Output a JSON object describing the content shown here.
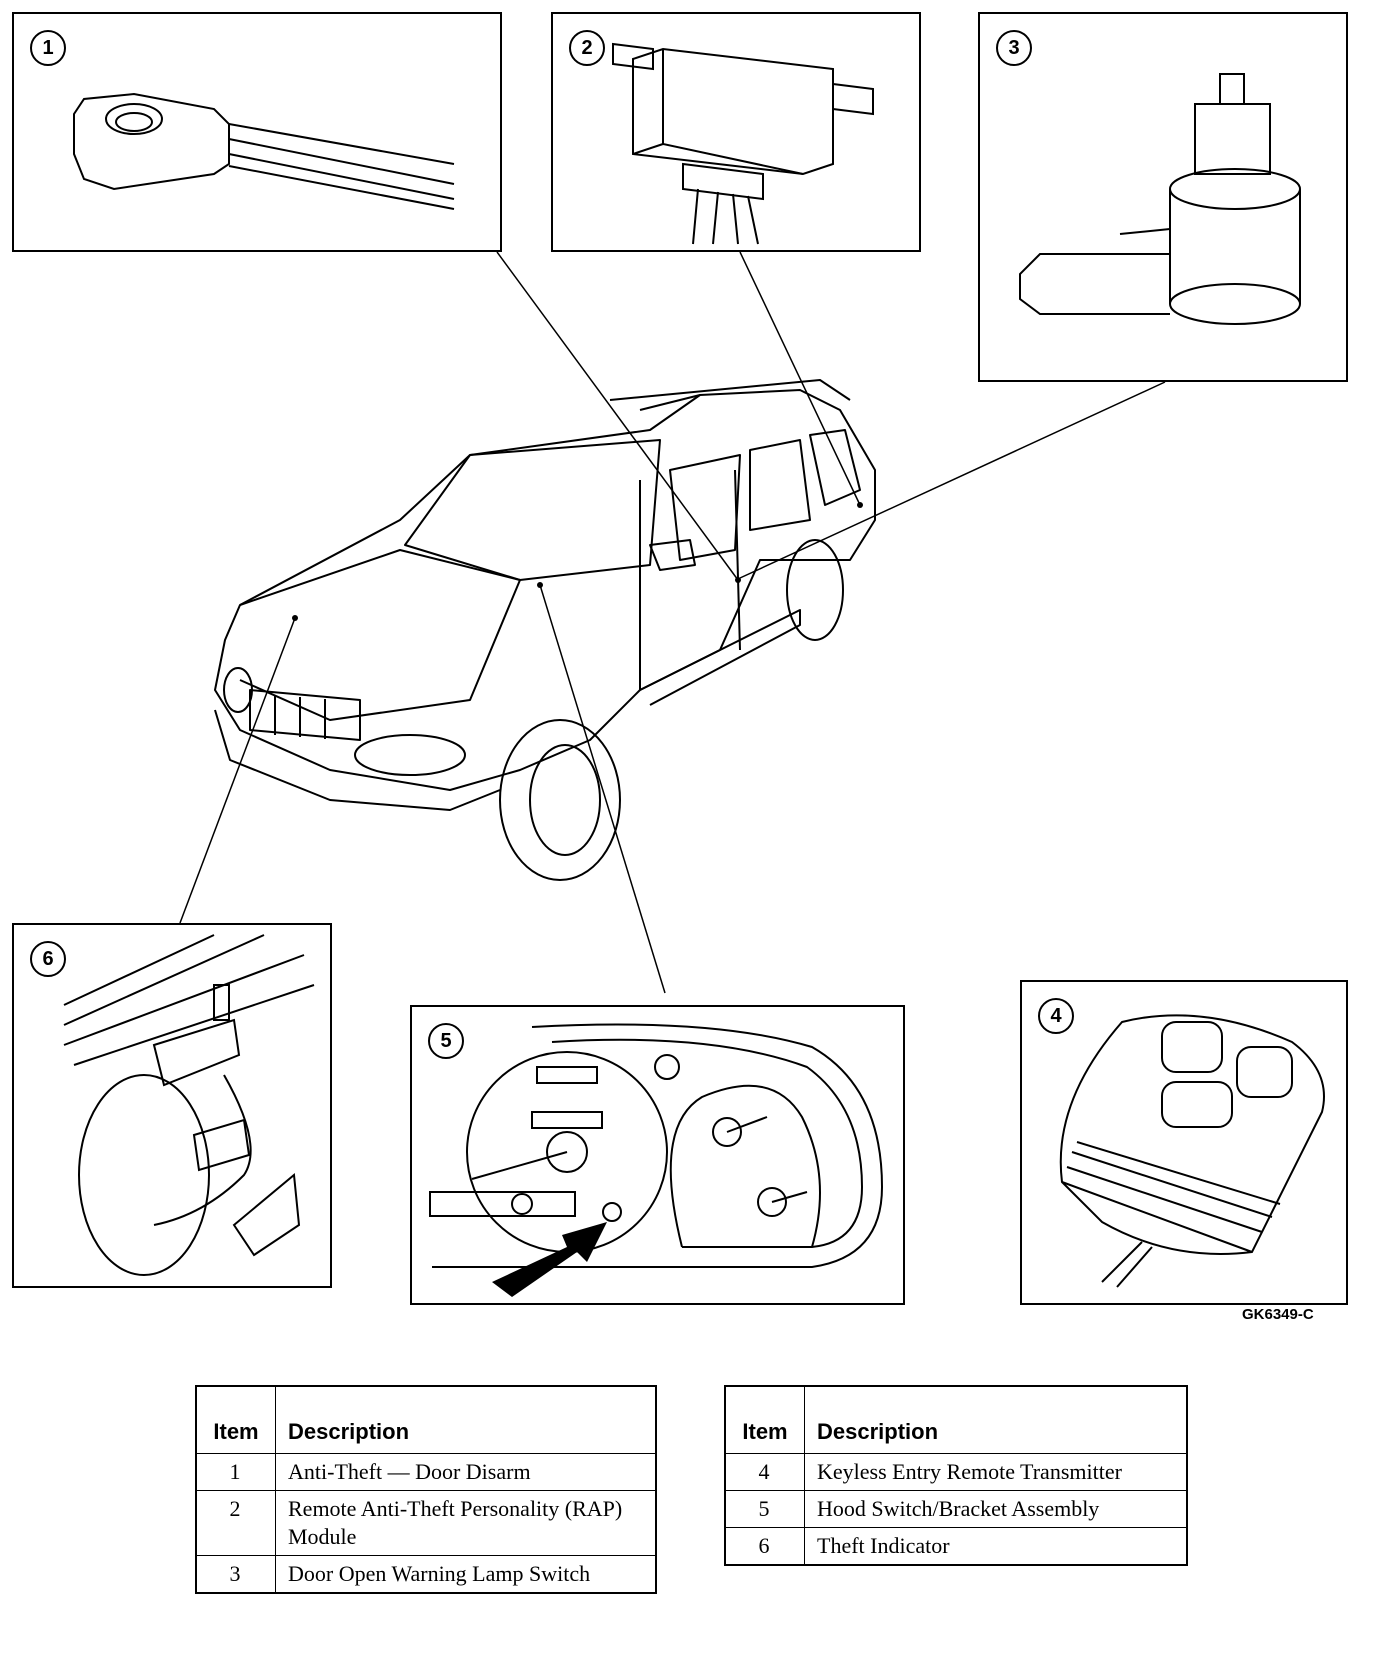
{
  "figure_id": "GK6349-C",
  "callouts": [
    "1",
    "2",
    "3",
    "4",
    "5",
    "6"
  ],
  "legend_left": {
    "header_item": "Item",
    "header_description": "Description",
    "rows": [
      {
        "item": "1",
        "description": "Anti-Theft — Door Disarm"
      },
      {
        "item": "2",
        "description": "Remote Anti-Theft Personality (RAP) Module"
      },
      {
        "item": "3",
        "description": "Door Open Warning Lamp Switch"
      }
    ]
  },
  "legend_right": {
    "header_item": "Item",
    "header_description": "Description",
    "rows": [
      {
        "item": "4",
        "description": "Keyless Entry Remote Transmitter"
      },
      {
        "item": "5",
        "description": "Hood Switch/Bracket Assembly"
      },
      {
        "item": "6",
        "description": "Theft Indicator"
      }
    ]
  }
}
